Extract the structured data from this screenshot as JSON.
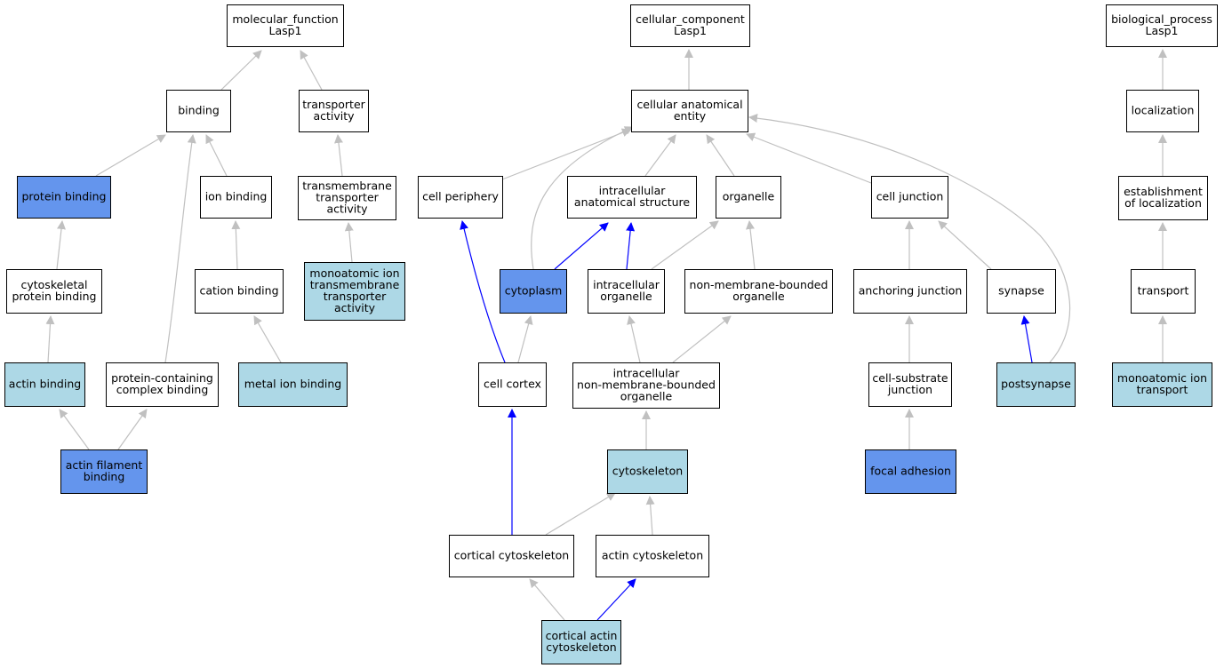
{
  "colors": {
    "default_fill": "#ffffff",
    "highlight_fill": "#6495ed",
    "light_fill": "#add8e6",
    "edge_gray": "#c0c0c0",
    "edge_blue": "#0000ff"
  },
  "nodes": [
    {
      "id": "mf_root",
      "lines": [
        "molecular_function",
        "Lasp1"
      ],
      "fill": "default"
    },
    {
      "id": "binding",
      "lines": [
        "binding"
      ],
      "fill": "default"
    },
    {
      "id": "transporter_activity",
      "lines": [
        "transporter",
        "activity"
      ],
      "fill": "default"
    },
    {
      "id": "protein_binding",
      "lines": [
        "protein binding"
      ],
      "fill": "highlight"
    },
    {
      "id": "ion_binding",
      "lines": [
        "ion binding"
      ],
      "fill": "default"
    },
    {
      "id": "tm_transporter",
      "lines": [
        "transmembrane",
        "transporter",
        "activity"
      ],
      "fill": "default"
    },
    {
      "id": "cytoskeletal_pb",
      "lines": [
        "cytoskeletal",
        "protein binding"
      ],
      "fill": "default"
    },
    {
      "id": "cation_binding",
      "lines": [
        "cation binding"
      ],
      "fill": "default"
    },
    {
      "id": "mono_ion_tm",
      "lines": [
        "monoatomic ion",
        "transmembrane",
        "transporter",
        "activity"
      ],
      "fill": "light"
    },
    {
      "id": "actin_binding",
      "lines": [
        "actin binding"
      ],
      "fill": "light"
    },
    {
      "id": "pc_complex_binding",
      "lines": [
        "protein-containing",
        "complex binding"
      ],
      "fill": "default"
    },
    {
      "id": "metal_ion_binding",
      "lines": [
        "metal ion binding"
      ],
      "fill": "light"
    },
    {
      "id": "actin_filament_binding",
      "lines": [
        "actin filament",
        "binding"
      ],
      "fill": "highlight"
    },
    {
      "id": "cc_root",
      "lines": [
        "cellular_component",
        "Lasp1"
      ],
      "fill": "default"
    },
    {
      "id": "cae",
      "lines": [
        "cellular anatomical",
        "entity"
      ],
      "fill": "default"
    },
    {
      "id": "cell_periphery",
      "lines": [
        "cell periphery"
      ],
      "fill": "default"
    },
    {
      "id": "intracellular_as",
      "lines": [
        "intracellular",
        "anatomical structure"
      ],
      "fill": "default"
    },
    {
      "id": "organelle",
      "lines": [
        "organelle"
      ],
      "fill": "default"
    },
    {
      "id": "cell_junction",
      "lines": [
        "cell junction"
      ],
      "fill": "default"
    },
    {
      "id": "cytoplasm",
      "lines": [
        "cytoplasm"
      ],
      "fill": "highlight"
    },
    {
      "id": "intracellular_organelle",
      "lines": [
        "intracellular",
        "organelle"
      ],
      "fill": "default"
    },
    {
      "id": "nmb_organelle",
      "lines": [
        "non-membrane-bounded",
        "organelle"
      ],
      "fill": "default"
    },
    {
      "id": "anchoring_junction",
      "lines": [
        "anchoring junction"
      ],
      "fill": "default"
    },
    {
      "id": "synapse",
      "lines": [
        "synapse"
      ],
      "fill": "default"
    },
    {
      "id": "cell_cortex",
      "lines": [
        "cell cortex"
      ],
      "fill": "default"
    },
    {
      "id": "intra_nmb_organelle",
      "lines": [
        "intracellular",
        "non-membrane-bounded",
        "organelle"
      ],
      "fill": "default"
    },
    {
      "id": "cell_substrate_junction",
      "lines": [
        "cell-substrate",
        "junction"
      ],
      "fill": "default"
    },
    {
      "id": "postsynapse",
      "lines": [
        "postsynapse"
      ],
      "fill": "light"
    },
    {
      "id": "cytoskeleton",
      "lines": [
        "cytoskeleton"
      ],
      "fill": "light"
    },
    {
      "id": "focal_adhesion",
      "lines": [
        "focal adhesion"
      ],
      "fill": "highlight"
    },
    {
      "id": "cortical_cytoskeleton",
      "lines": [
        "cortical cytoskeleton"
      ],
      "fill": "default"
    },
    {
      "id": "actin_cytoskeleton",
      "lines": [
        "actin cytoskeleton"
      ],
      "fill": "default"
    },
    {
      "id": "cortical_actin_cytoskeleton",
      "lines": [
        "cortical actin",
        "cytoskeleton"
      ],
      "fill": "light"
    },
    {
      "id": "bp_root",
      "lines": [
        "biological_process",
        "Lasp1"
      ],
      "fill": "default"
    },
    {
      "id": "localization",
      "lines": [
        "localization"
      ],
      "fill": "default"
    },
    {
      "id": "establishment_localization",
      "lines": [
        "establishment",
        "of localization"
      ],
      "fill": "default"
    },
    {
      "id": "transport",
      "lines": [
        "transport"
      ],
      "fill": "default"
    },
    {
      "id": "mono_ion_transport",
      "lines": [
        "monoatomic ion",
        "transport"
      ],
      "fill": "light"
    }
  ],
  "edges": [
    {
      "from": "binding",
      "to": "mf_root",
      "color": "gray"
    },
    {
      "from": "transporter_activity",
      "to": "mf_root",
      "color": "gray"
    },
    {
      "from": "protein_binding",
      "to": "binding",
      "color": "gray"
    },
    {
      "from": "ion_binding",
      "to": "binding",
      "color": "gray"
    },
    {
      "from": "pc_complex_binding",
      "to": "binding",
      "color": "gray"
    },
    {
      "from": "tm_transporter",
      "to": "transporter_activity",
      "color": "gray"
    },
    {
      "from": "cytoskeletal_pb",
      "to": "protein_binding",
      "color": "gray"
    },
    {
      "from": "cation_binding",
      "to": "ion_binding",
      "color": "gray"
    },
    {
      "from": "mono_ion_tm",
      "to": "tm_transporter",
      "color": "gray"
    },
    {
      "from": "actin_binding",
      "to": "cytoskeletal_pb",
      "color": "gray"
    },
    {
      "from": "metal_ion_binding",
      "to": "cation_binding",
      "color": "gray"
    },
    {
      "from": "actin_filament_binding",
      "to": "actin_binding",
      "color": "gray"
    },
    {
      "from": "actin_filament_binding",
      "to": "pc_complex_binding",
      "color": "gray"
    },
    {
      "from": "cae",
      "to": "cc_root",
      "color": "gray"
    },
    {
      "from": "cell_periphery",
      "to": "cae",
      "color": "gray"
    },
    {
      "from": "intracellular_as",
      "to": "cae",
      "color": "gray"
    },
    {
      "from": "organelle",
      "to": "cae",
      "color": "gray"
    },
    {
      "from": "cell_junction",
      "to": "cae",
      "color": "gray"
    },
    {
      "from": "cytoplasm",
      "to": "cae",
      "color": "gray"
    },
    {
      "from": "postsynapse",
      "to": "cae",
      "color": "gray"
    },
    {
      "from": "cytoplasm",
      "to": "intracellular_as",
      "color": "blue"
    },
    {
      "from": "intracellular_organelle",
      "to": "intracellular_as",
      "color": "blue"
    },
    {
      "from": "intracellular_organelle",
      "to": "organelle",
      "color": "gray"
    },
    {
      "from": "nmb_organelle",
      "to": "organelle",
      "color": "gray"
    },
    {
      "from": "cell_cortex",
      "to": "cell_periphery",
      "color": "blue"
    },
    {
      "from": "cell_cortex",
      "to": "cytoplasm",
      "color": "gray"
    },
    {
      "from": "intra_nmb_organelle",
      "to": "intracellular_organelle",
      "color": "gray"
    },
    {
      "from": "intra_nmb_organelle",
      "to": "nmb_organelle",
      "color": "gray"
    },
    {
      "from": "anchoring_junction",
      "to": "cell_junction",
      "color": "gray"
    },
    {
      "from": "synapse",
      "to": "cell_junction",
      "color": "gray"
    },
    {
      "from": "cell_substrate_junction",
      "to": "anchoring_junction",
      "color": "gray"
    },
    {
      "from": "postsynapse",
      "to": "synapse",
      "color": "blue"
    },
    {
      "from": "cytoskeleton",
      "to": "intra_nmb_organelle",
      "color": "gray"
    },
    {
      "from": "focal_adhesion",
      "to": "cell_substrate_junction",
      "color": "gray"
    },
    {
      "from": "cortical_cytoskeleton",
      "to": "cell_cortex",
      "color": "blue"
    },
    {
      "from": "cortical_cytoskeleton",
      "to": "cytoskeleton",
      "color": "gray"
    },
    {
      "from": "actin_cytoskeleton",
      "to": "cytoskeleton",
      "color": "gray"
    },
    {
      "from": "cortical_actin_cytoskeleton",
      "to": "cortical_cytoskeleton",
      "color": "gray"
    },
    {
      "from": "cortical_actin_cytoskeleton",
      "to": "actin_cytoskeleton",
      "color": "blue"
    },
    {
      "from": "localization",
      "to": "bp_root",
      "color": "gray"
    },
    {
      "from": "establishment_localization",
      "to": "localization",
      "color": "gray"
    },
    {
      "from": "transport",
      "to": "establishment_localization",
      "color": "gray"
    },
    {
      "from": "mono_ion_transport",
      "to": "transport",
      "color": "gray"
    }
  ]
}
